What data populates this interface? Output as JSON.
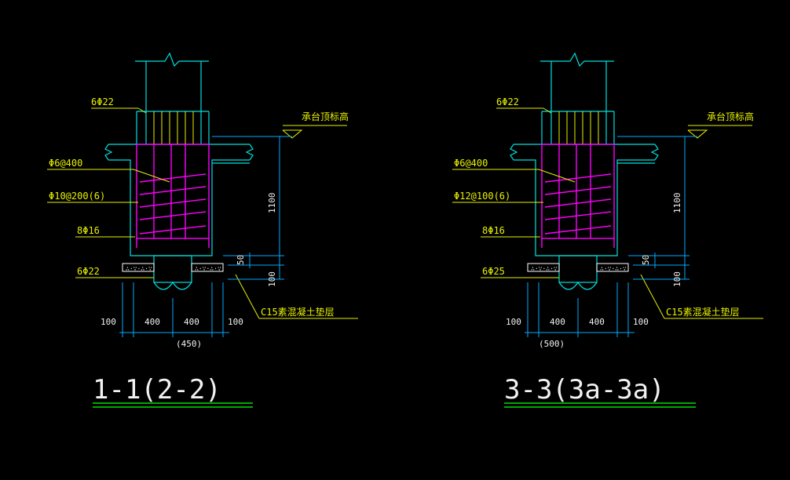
{
  "colors": {
    "background": "#000000",
    "outline": "#00e0e0",
    "rebar": "#ff00ff",
    "leader": "#e8f000",
    "dimension": "#00aaff",
    "text": "#e8f000",
    "title_underline": "#00e000",
    "cover": "#ffffff"
  },
  "sections": [
    {
      "top_bars": "6Φ22",
      "elevation": "承台顶标高",
      "tie": "Φ6@400",
      "stirrup": "Φ10@200(6)",
      "side_bars": "8Φ16",
      "bottom_bars": "6Φ22",
      "height": "1100",
      "cover_top": "50",
      "cover_bottom": "100",
      "pad": "C15素混凝土垫层",
      "dim_left": "100",
      "dim_a": "400",
      "dim_b": "400",
      "dim_right": "100",
      "width": "(450)",
      "title": "1-1(2-2)"
    },
    {
      "top_bars": "6Φ22",
      "elevation": "承台顶标高",
      "tie": "Φ6@400",
      "stirrup": "Φ12@100(6)",
      "side_bars": "8Φ16",
      "bottom_bars": "6Φ25",
      "height": "1100",
      "cover_top": "50",
      "cover_bottom": "100",
      "pad": "C15素混凝土垫层",
      "dim_left": "100",
      "dim_a": "400",
      "dim_b": "400",
      "dim_right": "100",
      "width": "(500)",
      "title": "3-3(3a-3a)"
    }
  ]
}
